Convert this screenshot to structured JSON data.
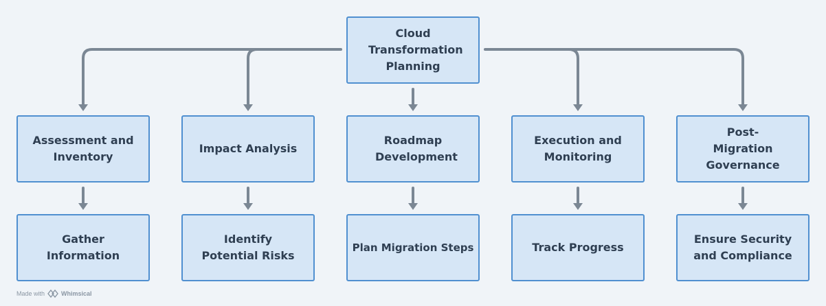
{
  "diagram": {
    "root": {
      "label": "Cloud Transformation Planning"
    },
    "branches": [
      {
        "id": "assessment",
        "label": "Assessment and Inventory",
        "child": "Gather Information"
      },
      {
        "id": "impact",
        "label": "Impact Analysis",
        "child": "Identify Potential Risks"
      },
      {
        "id": "roadmap",
        "label": "Roadmap Development",
        "child": "Plan Migration Steps"
      },
      {
        "id": "execution",
        "label": "Execution and Monitoring",
        "child": "Track Progress"
      },
      {
        "id": "governance",
        "label": "Post-Migration Governance",
        "child": "Ensure Security and Compliance"
      }
    ]
  },
  "footer": {
    "made_with": "Made with",
    "brand": "Whimsical",
    "brand_icon": "whimsical-logo-icon"
  },
  "colors": {
    "background": "#f0f4f8",
    "node_fill": "#d6e6f6",
    "node_border": "#4f8fd0",
    "connector": "#7b8794",
    "text": "#2f3f52"
  }
}
